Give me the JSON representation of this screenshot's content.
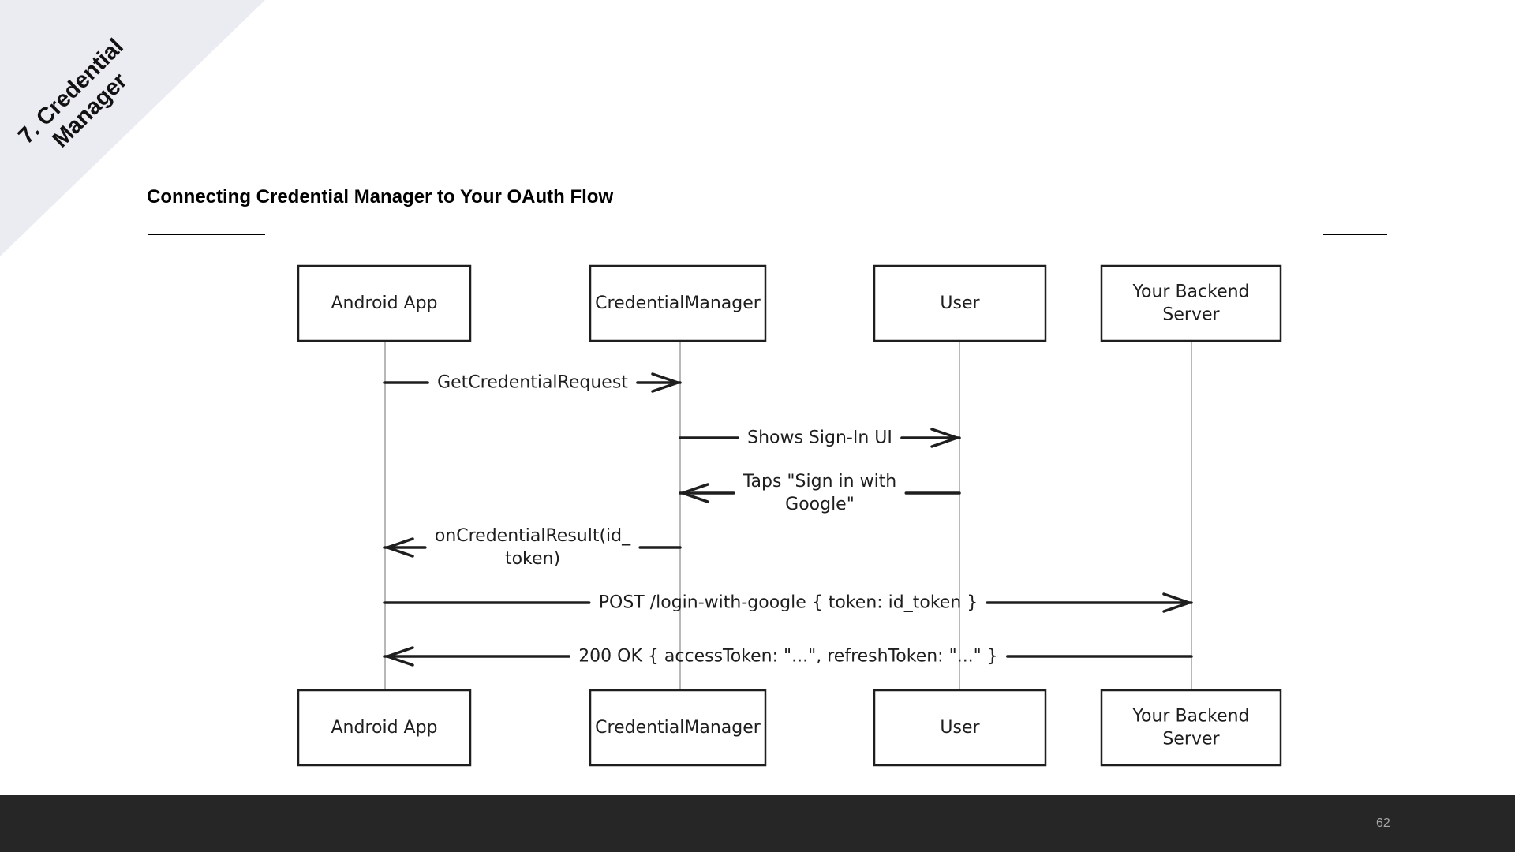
{
  "section": {
    "line1": "7. Credential",
    "line2": "Manager"
  },
  "slide": {
    "title": "Connecting Credential Manager to Your OAuth Flow",
    "page_number": "62"
  },
  "diagram": {
    "participants": [
      {
        "lines": [
          "Android App"
        ]
      },
      {
        "lines": [
          "CredentialManager"
        ]
      },
      {
        "lines": [
          "User"
        ]
      },
      {
        "lines": [
          "Your Backend",
          "Server"
        ]
      }
    ],
    "messages": [
      {
        "from": 0,
        "to": 1,
        "lines": [
          "GetCredentialRequest"
        ]
      },
      {
        "from": 1,
        "to": 2,
        "lines": [
          "Shows Sign-In UI"
        ]
      },
      {
        "from": 2,
        "to": 1,
        "lines": [
          "Taps \"Sign in with",
          "Google\""
        ]
      },
      {
        "from": 1,
        "to": 0,
        "lines": [
          "onCredentialResult(id_",
          "token)"
        ]
      },
      {
        "from": 0,
        "to": 3,
        "lines": [
          "POST /login-with-google { token: id_token }"
        ]
      },
      {
        "from": 3,
        "to": 0,
        "lines": [
          "200 OK { accessToken: \"...\", refreshToken: \"...\" }"
        ]
      }
    ]
  },
  "colors": {
    "ribbon": "#ebebf2",
    "ink": "#1e1e1e",
    "lifeline": "#a0a0a0",
    "footer": "#262626",
    "page_number": "#a6a6a6"
  }
}
